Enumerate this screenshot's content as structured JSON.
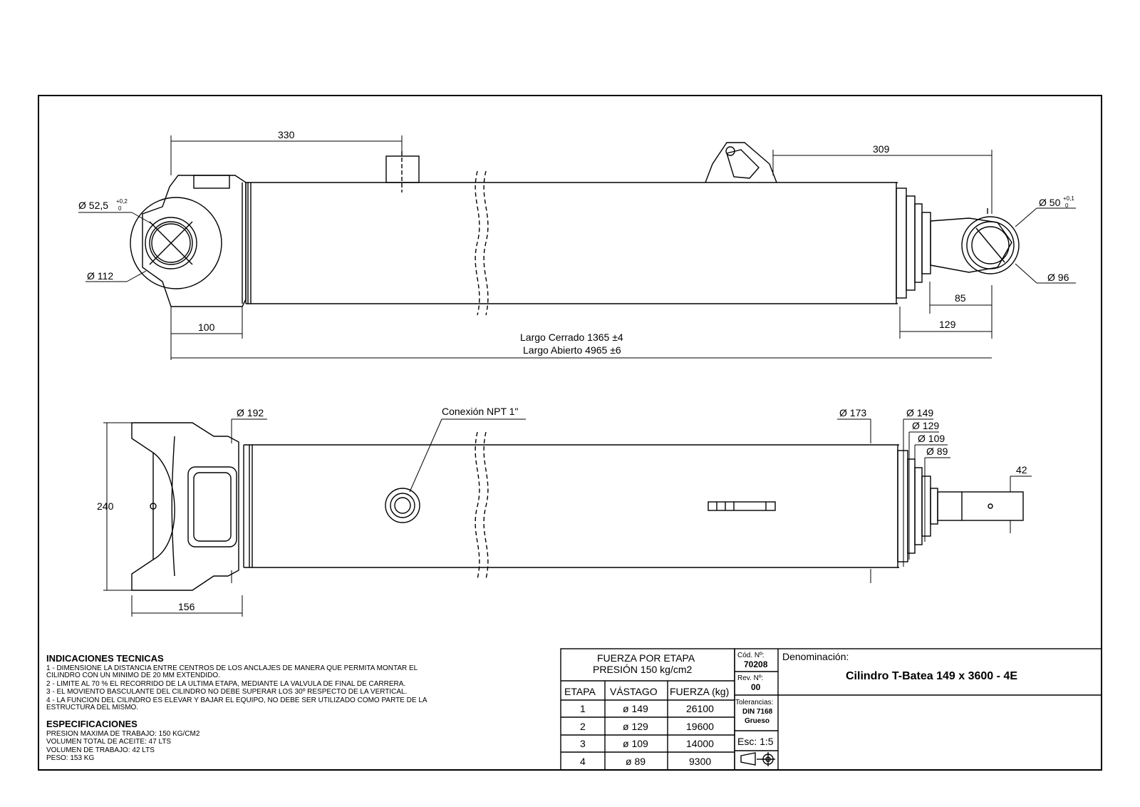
{
  "dimensions": {
    "d330": "330",
    "d309": "309",
    "d52_5": "Ø 52,5",
    "d52_5_tol_up": "+0,2",
    "d52_5_tol_down": "0",
    "d112": "Ø 112",
    "d50": "Ø 50",
    "d50_tol_up": "+0,1",
    "d50_tol_down": "0",
    "d96": "Ø 96",
    "d85": "85",
    "d129": "129",
    "d100": "100",
    "closed_length": "Largo Cerrado 1365 ±4",
    "open_length": "Largo Abierto 4965 ±6",
    "d192": "Ø 192",
    "npt": "Conexión NPT 1\"",
    "d173": "Ø 173",
    "d149": "Ø 149",
    "d129b": "Ø 129",
    "d109": "Ø 109",
    "d89": "Ø 89",
    "d42": "42",
    "d240": "240",
    "d156": "156"
  },
  "notes": {
    "technical_title": "INDICACIONES TECNICAS",
    "technical_lines": [
      "1 - DIMENSIONE LA DISTANCIA ENTRE CENTROS DE LOS ANCLAJES DE MANERA QUE PERMITA MONTAR EL",
      "CILINDRO CON UN MINIMO DE 20 MM EXTENDIDO.",
      "2 - LIMITE AL 70 % EL RECORRIDO DE LA ULTIMA ETAPA, MEDIANTE LA VALVULA DE FINAL DE CARRERA.",
      "3 - EL MOVIENTO BASCULANTE DEL CILINDRO NO DEBE SUPERAR LOS 30º RESPECTO DE LA VERTICAL.",
      "4 - LA FUNCION DEL CILINDRO ES ELEVAR Y BAJAR EL EQUIPO, NO DEBE SER UTILIZADO COMO PARTE DE LA",
      "ESTRUCTURA DEL MISMO."
    ],
    "specs_title": "ESPECIFICACIONES",
    "specs_lines": [
      "PRESION MAXIMA DE TRABAJO: 150 KG/CM2",
      "VOLUMEN TOTAL DE ACEITE: 47 LTS",
      "VOLUMEN DE TRABAJO: 42 LTS",
      "PESO: 153 KG"
    ]
  },
  "force_table": {
    "title_line1": "FUERZA POR ETAPA",
    "title_line2": "PRESIÓN 150 kg/cm2",
    "headers": [
      "ETAPA",
      "VÁSTAGO",
      "FUERZA (kg)"
    ],
    "rows": [
      [
        "1",
        "ø 149",
        "26100"
      ],
      [
        "2",
        "ø 129",
        "19600"
      ],
      [
        "3",
        "ø 109",
        "14000"
      ],
      [
        "4",
        "ø 89",
        "9300"
      ]
    ]
  },
  "title_block": {
    "code_label": "Cód. Nº:",
    "code_value": "70208",
    "rev_label": "Rev. Nº:",
    "rev_value": "00",
    "tol_label": "Tolerancias:",
    "tol_std": "DIN 7168",
    "tol_class": "Grueso",
    "scale": "Esc: 1:5",
    "denom_label": "Denominación:",
    "denom_value": "Cilindro T-Batea 149 x 3600 - 4E"
  }
}
